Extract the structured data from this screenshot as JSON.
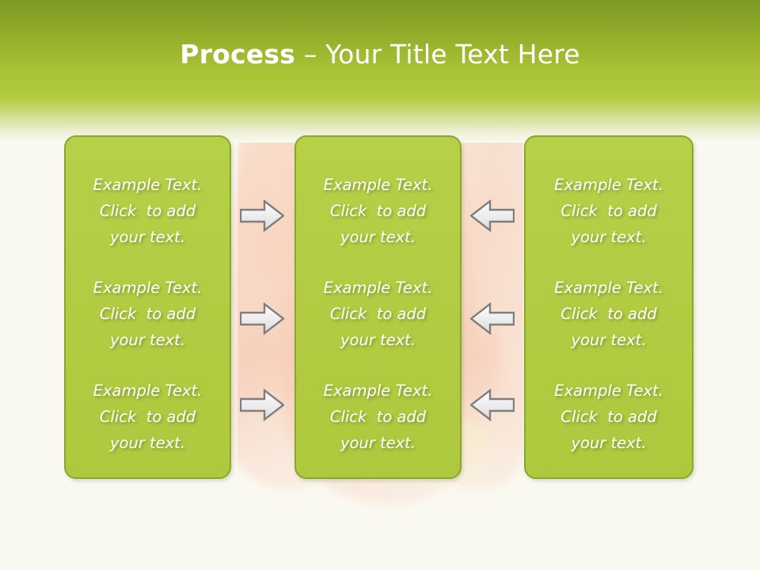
{
  "slide": {
    "title": {
      "bold_part": "Process",
      "light_part": " – Your Title Text Here"
    },
    "colors": {
      "header_top": "#7d9a24",
      "header_bottom": "#b3cc40",
      "box_fill": "#b2cd43",
      "box_border": "#8aa62b",
      "text": "#ffffff",
      "page_background": "#faf9f1",
      "arrow_fill": "#eeeeee",
      "arrow_border": "#808080"
    },
    "columns": [
      {
        "id": "column-1",
        "cells": [
          {
            "line1": "Example Text.",
            "line2": "Click  to add",
            "line3": "your text."
          },
          {
            "line1": "Example Text.",
            "line2": "Click  to add",
            "line3": "your text."
          },
          {
            "line1": "Example Text.",
            "line2": "Click  to add",
            "line3": "your text."
          }
        ]
      },
      {
        "id": "column-2",
        "cells": [
          {
            "line1": "Example Text.",
            "line2": "Click  to add",
            "line3": "your text."
          },
          {
            "line1": "Example Text.",
            "line2": "Click  to add",
            "line3": "your text."
          },
          {
            "line1": "Example Text.",
            "line2": "Click  to add",
            "line3": "your text."
          }
        ]
      },
      {
        "id": "column-3",
        "cells": [
          {
            "line1": "Example Text.",
            "line2": "Click  to add",
            "line3": "your text."
          },
          {
            "line1": "Example Text.",
            "line2": "Click  to add",
            "line3": "your text."
          },
          {
            "line1": "Example Text.",
            "line2": "Click  to add",
            "line3": "your text."
          }
        ]
      }
    ],
    "connectors": {
      "left_group": [
        {
          "icon": "arrow-right-icon",
          "direction": "right"
        },
        {
          "icon": "arrow-right-icon",
          "direction": "right"
        },
        {
          "icon": "arrow-right-icon",
          "direction": "right"
        }
      ],
      "right_group": [
        {
          "icon": "arrow-left-icon",
          "direction": "left"
        },
        {
          "icon": "arrow-left-icon",
          "direction": "left"
        },
        {
          "icon": "arrow-left-icon",
          "direction": "left"
        }
      ]
    }
  }
}
